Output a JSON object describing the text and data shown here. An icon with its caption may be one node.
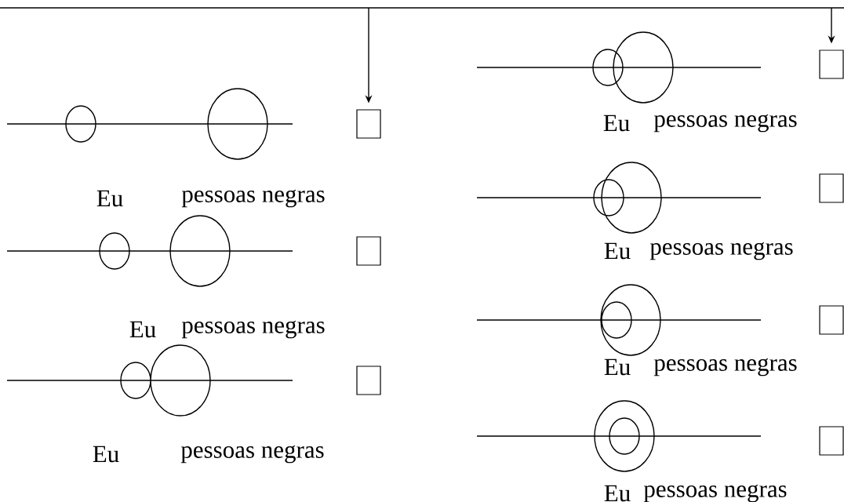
{
  "diagram": {
    "nodes": [
      {
        "text": [],
        "shape": "box"
      },
      {
        "text": [],
        "shape": "box"
      },
      {
        "text": [],
        "shape": "box"
      },
      {
        "text": [],
        "shape": "box"
      },
      {
        "text": [],
        "shape": "box"
      },
      {
        "text": [],
        "shape": "box"
      },
      {
        "text": [],
        "shape": "box"
      }
    ],
    "edges": [
      {
        "from": null,
        "to": 0,
        "arrow": "to"
      },
      {
        "from": null,
        "to": 3,
        "arrow": "to"
      }
    ],
    "labels": [
      "Eu",
      "pessoas negras",
      "Eu",
      "pessoas negras",
      "Eu",
      "pessoas negras",
      "Eu",
      "pessoas negras",
      "Eu",
      "pessoas negras",
      "Eu",
      "pessoas negras",
      "Eu",
      "pessoas negras"
    ]
  }
}
